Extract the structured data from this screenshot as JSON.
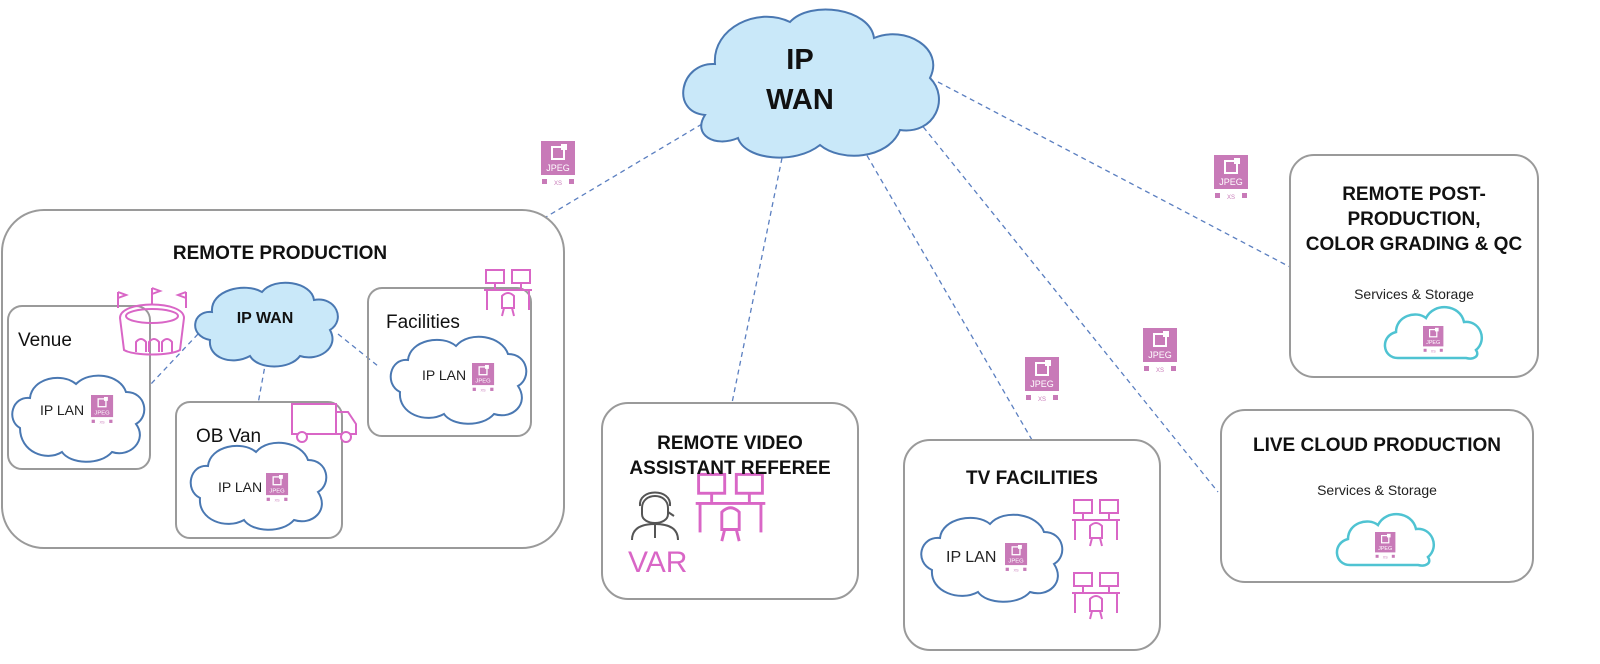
{
  "wan": {
    "line1": "IP",
    "line2": "WAN"
  },
  "remote_production": {
    "title": "REMOTE PRODUCTION",
    "inner_wan": "IP WAN",
    "venue": {
      "label": "Venue",
      "lan": "IP LAN"
    },
    "facilities": {
      "label": "Facilities",
      "lan": "IP LAN"
    },
    "ob_van": {
      "label": "OB Van",
      "lan": "IP LAN"
    }
  },
  "var_box": {
    "title_line1": "REMOTE VIDEO",
    "title_line2": "ASSISTANT REFEREE",
    "var_text": "VAR"
  },
  "tv_facilities": {
    "title": "TV FACILITIES",
    "lan": "IP LAN"
  },
  "post_production": {
    "title_line1": "REMOTE POST-",
    "title_line2": "PRODUCTION,",
    "title_line3": "COLOR GRADING & QC",
    "subtitle": "Services & Storage"
  },
  "live_cloud": {
    "title": "LIVE CLOUD PRODUCTION",
    "subtitle": "Services & Storage"
  },
  "jpeg_badge": {
    "text": "JPEG",
    "sub": "XS"
  },
  "colors": {
    "cloud_fill": "#c9e8f9",
    "cloud_stroke": "#4a78b2",
    "pink": "#d966c6",
    "badge": "#c87ab8",
    "teal": "#4fc3d2",
    "box_border": "#9a9a9a",
    "link": "#5b7fc0"
  },
  "icons": [
    "stadium-icon",
    "workstation-icon",
    "truck-icon",
    "referee-icon",
    "cloud-storage-icon",
    "jpeg-xs-badge-icon"
  ]
}
